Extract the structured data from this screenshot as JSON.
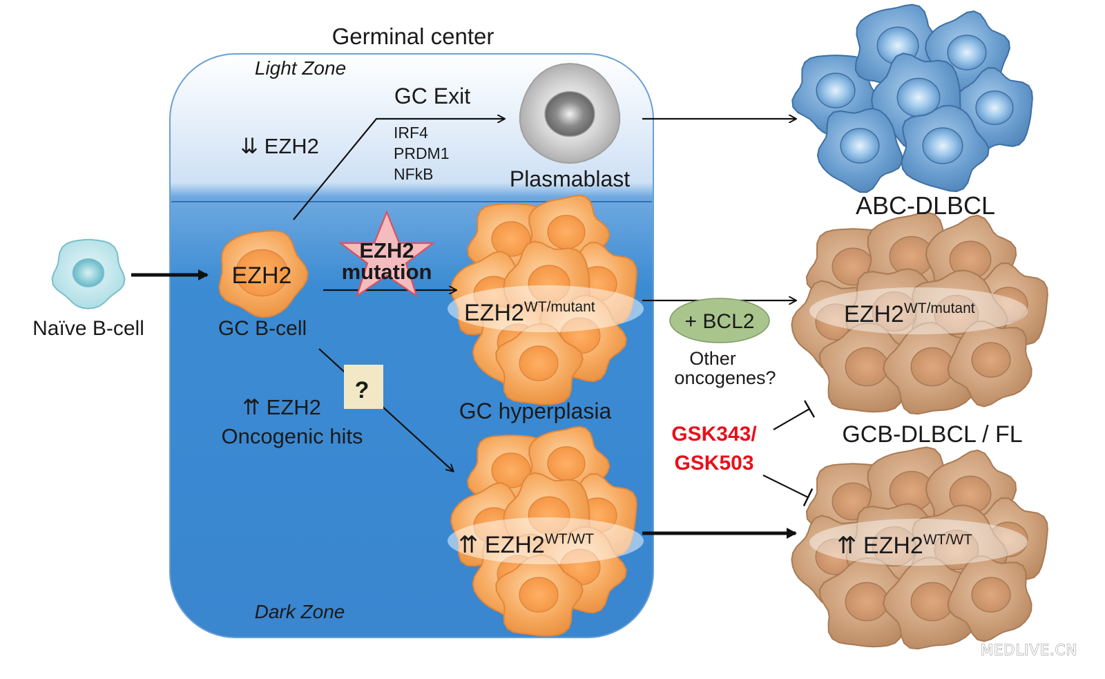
{
  "title": "Germinal center",
  "zones": {
    "light": "Light Zone",
    "dark": "Dark Zone"
  },
  "labels": {
    "naive": "Naïve B-cell",
    "gc_cell_inner": "EZH2",
    "gc_cell": "GC B-cell",
    "gc_exit": "GC Exit",
    "exit_genes": [
      "IRF4",
      "PRDM1",
      "NFkB"
    ],
    "ezh2_down": "⇊ EZH2",
    "plasmablast": "Plasmablast",
    "abc": "ABC-DLBCL",
    "mutation_line1": "EZH2",
    "mutation_line2": "mutation",
    "hyper_base": "EZH2",
    "hyper_sup": "WT/mutant",
    "gc_hyperplasia": "GC hyperplasia",
    "bcl2": "+ BCL2",
    "other_line1": "Other",
    "other_line2": "oncogenes?",
    "question": "?",
    "ezh2_up": "⇈ EZH2",
    "oncogenic": "Oncogenic hits",
    "wt_prefix": "⇈ EZH2",
    "wt_sup": "WT/WT",
    "gcb": "GCB-DLBCL / FL",
    "inhib_line1": "GSK343/",
    "inhib_line2": "GSK503",
    "tumor_mut_base": "EZH2",
    "tumor_mut_sup": "WT/mutant",
    "tumor_wt_prefix": "⇈ EZH2",
    "tumor_wt_sup": "WT/WT",
    "watermark": "MEDLIVE.CN"
  },
  "colors": {
    "light_zone": "#f2f7fd",
    "dark_zone": "#3e8fd6",
    "gc_cell": "#f4a45a",
    "tumor_cell": "#c99a72",
    "abc_cell": "#5f95c8",
    "inhibitor": "#e8101a",
    "bcl2": "#a9c48d"
  }
}
